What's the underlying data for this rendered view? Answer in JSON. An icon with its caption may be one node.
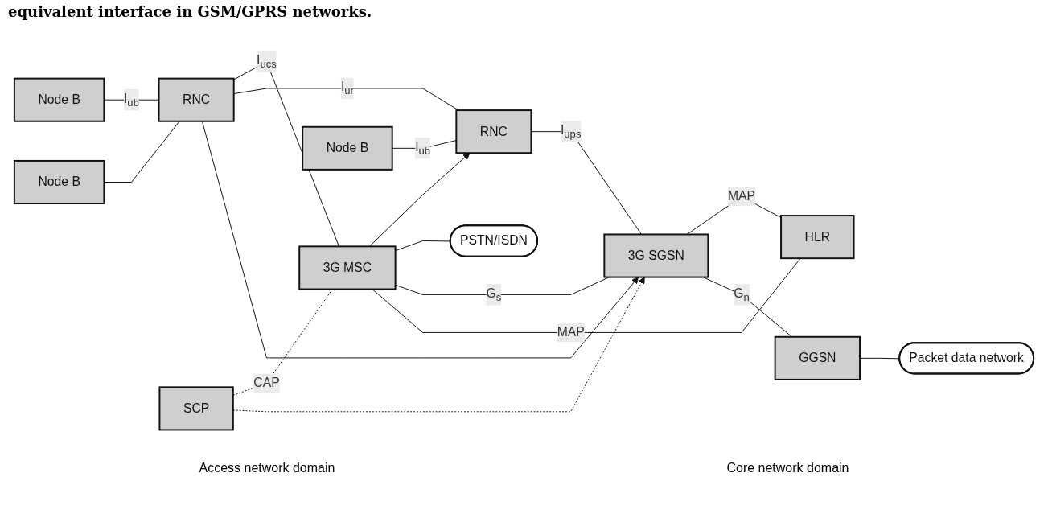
{
  "diagram": {
    "nodes": [
      {
        "text": [
          "Node B"
        ]
      },
      {
        "text": [
          "Node B"
        ]
      },
      {
        "text": [
          "RNC"
        ]
      },
      {
        "text": [
          "SCP"
        ]
      },
      {
        "text": [
          "3G MSC"
        ]
      },
      {
        "text": [
          "PSTN/ISDN"
        ]
      },
      {
        "text": [
          "HLR"
        ]
      },
      {
        "text": [
          "Node B"
        ]
      },
      {
        "text": [
          "RNC"
        ]
      },
      {
        "text": [
          "3G SGSN"
        ]
      },
      {
        "text": [
          "GGSN"
        ]
      },
      {
        "text": [
          "Packet data network"
        ]
      }
    ],
    "edges": [
      {
        "from": 0,
        "to": 2,
        "arrow": "none",
        "label": "I$_{ub}$"
      },
      {
        "from": 1,
        "to": 2,
        "arrow": "none"
      },
      {
        "from": 2,
        "to": 4,
        "arrow": "none",
        "label": "I$_{ucs}$"
      },
      {
        "from": 2,
        "to": 8,
        "arrow": "none",
        "label": "I$_{ur}$"
      },
      {
        "from": 2,
        "to": 9,
        "arrow": "to"
      },
      {
        "from": 4,
        "to": 8,
        "arrow": "to"
      },
      {
        "from": 3,
        "to": 4,
        "arrow": "none",
        "style": "dashed",
        "label": "CAP"
      },
      {
        "from": 3,
        "to": 9,
        "arrow": "to",
        "style": "dashed"
      },
      {
        "from": 4,
        "to": 5,
        "arrow": "none"
      },
      {
        "from": 4,
        "to": 9,
        "arrow": "none",
        "label": "G$_{s}$"
      },
      {
        "from": 4,
        "to": 6,
        "arrow": "none",
        "label": "MAP"
      },
      {
        "from": 9,
        "to": 6,
        "arrow": "none",
        "label": "MAP"
      },
      {
        "from": 7,
        "to": 8,
        "arrow": "none",
        "label": "I$_{ub}$"
      },
      {
        "from": 8,
        "to": 9,
        "arrow": "none",
        "label": "I$_{ups}$"
      },
      {
        "from": 9,
        "to": 10,
        "arrow": "none",
        "label": "G$_{n}$"
      },
      {
        "from": 10,
        "to": 11,
        "arrow": "none"
      }
    ],
    "labels": [
      "equivalent interface in GSM/GPRS networks.",
      "Access network domain",
      "Core network domain"
    ]
  }
}
